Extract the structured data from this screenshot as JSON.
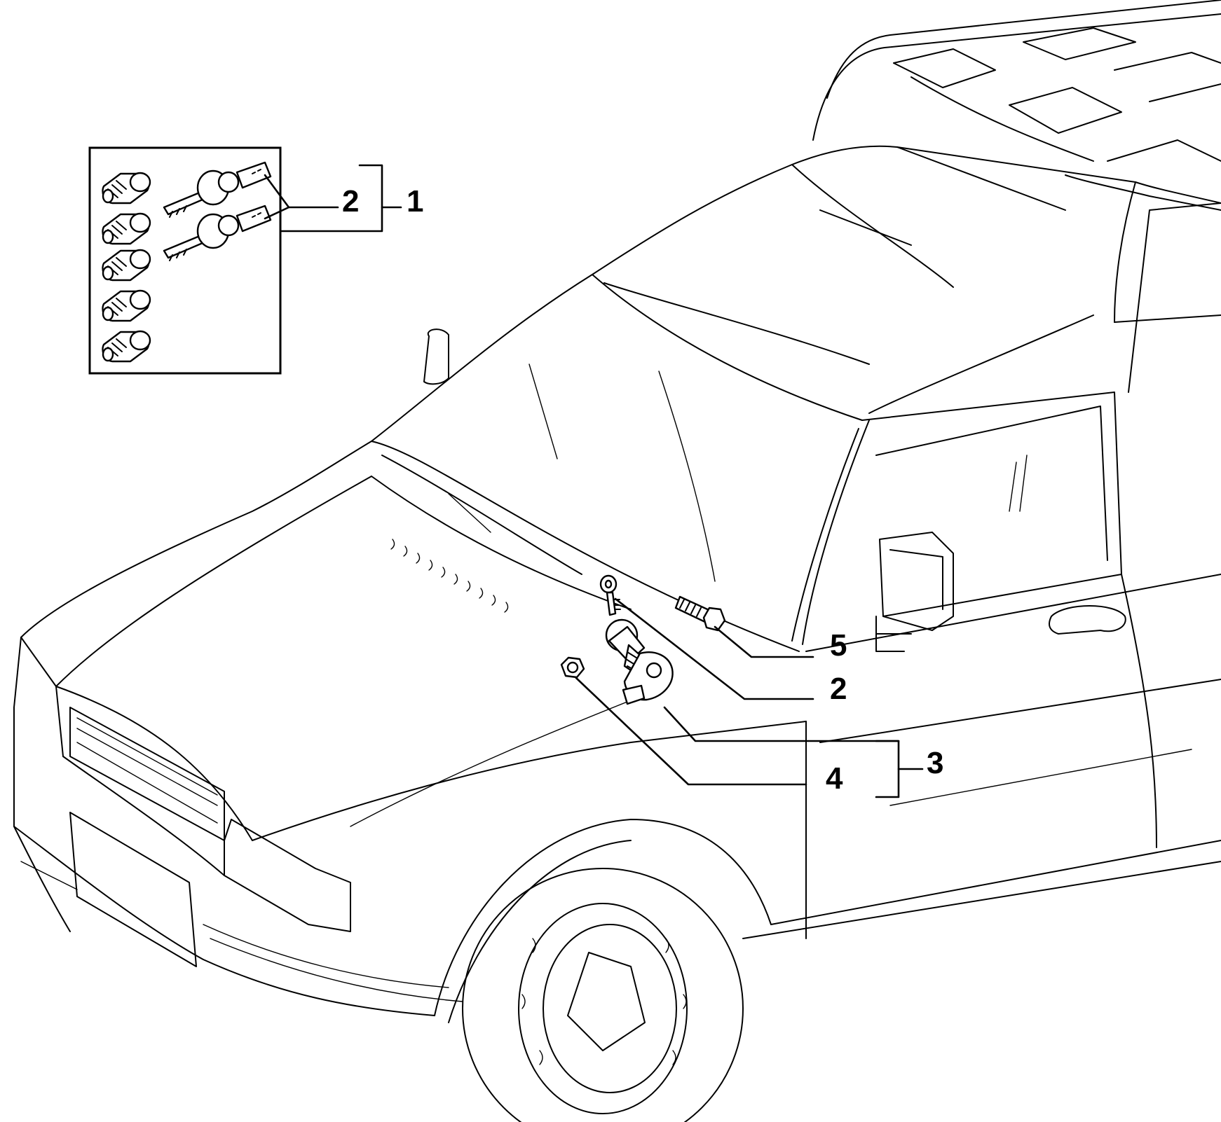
{
  "callouts": {
    "kit_set": "1",
    "keys_inset": "2",
    "key_single": "2",
    "cylinder_group": "3",
    "cap_nut": "4",
    "screw": "5"
  },
  "colors": {
    "line": "#000000",
    "background": "#ffffff"
  }
}
